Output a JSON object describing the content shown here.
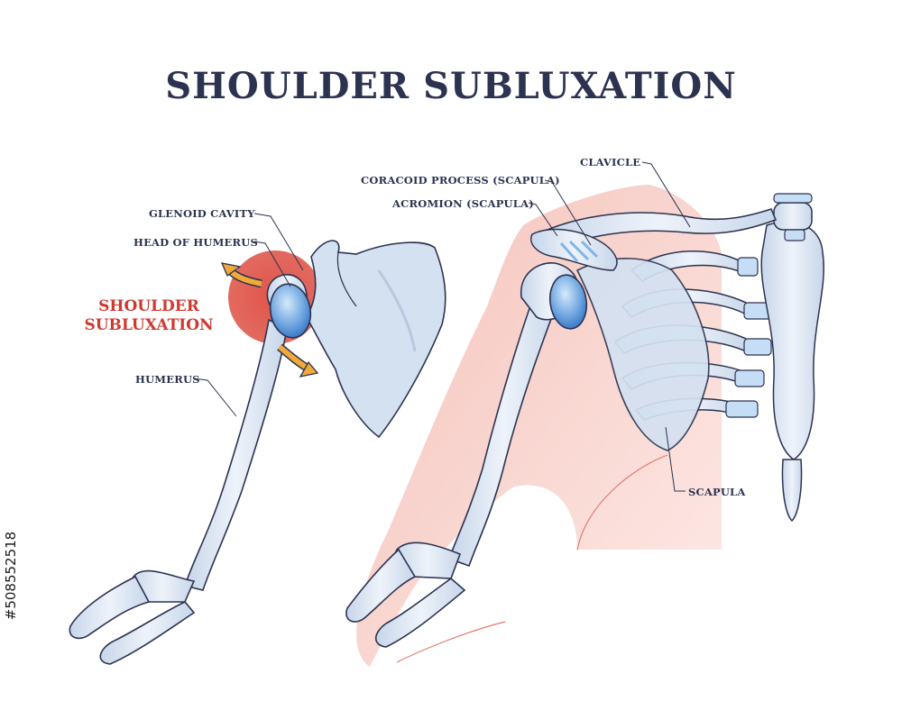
{
  "title": "SHOULDER SUBLUXATION",
  "labels": {
    "glenoid_cavity": "GLENOID CAVITY",
    "head_of_humerus": "HEAD OF HUMERUS",
    "humerus": "HUMERUS",
    "subluxation_line1": "SHOULDER",
    "subluxation_line2": "SUBLUXATION",
    "clavicle": "CLAVICLE",
    "coracoid": "CORACOID PROCESS (SCAPULA)",
    "acromion": "ACROMION (SCAPULA)",
    "scapula": "SCAPULA"
  },
  "stock_id": "#508552518",
  "colors": {
    "bone_fill": "#dbe6f3",
    "bone_outline": "#2c3350",
    "joint_head": "#6fa6e0",
    "inflammation": "#e26a60",
    "arrow": "#f0a93a",
    "skin": "#f6c8c1",
    "title": "#2c3350",
    "accent_red": "#d0392f"
  }
}
